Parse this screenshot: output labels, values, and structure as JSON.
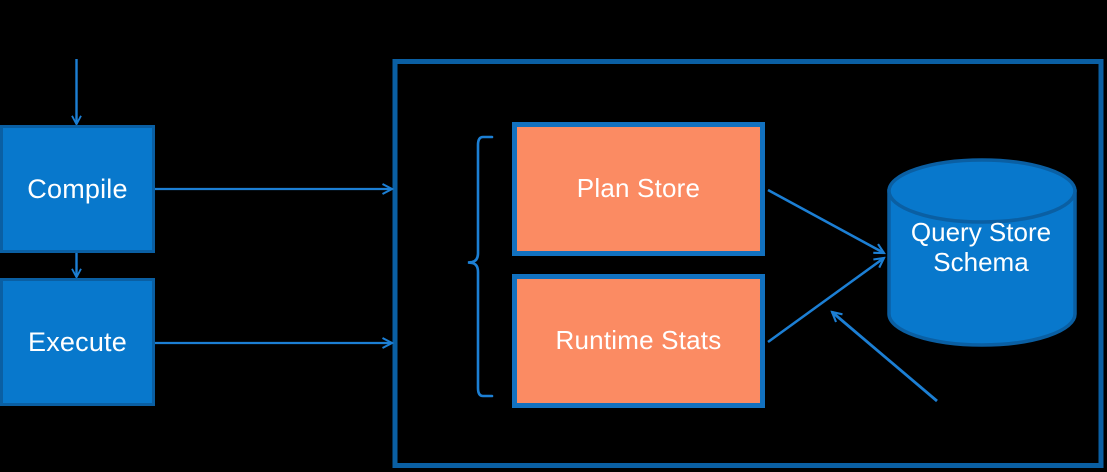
{
  "diagram": {
    "title": "Query Store architecture flow",
    "background_color": "#000000",
    "colors": {
      "blue_fill": "#0878CC",
      "blue_stroke": "#0A5FA3",
      "orange_fill": "#FB8B63",
      "connector_blue": "#1C7FD4",
      "container_stroke": "#0A5FA3",
      "text": "#FFFFFF"
    },
    "nodes": {
      "compile": {
        "label": "Compile",
        "shape": "rectangle",
        "fill": "#0878CC"
      },
      "execute": {
        "label": "Execute",
        "shape": "rectangle",
        "fill": "#0878CC"
      },
      "plan_store": {
        "label": "Plan Store",
        "shape": "rectangle",
        "fill": "#FB8B63"
      },
      "runtime_stats": {
        "label": "Runtime Stats",
        "shape": "rectangle",
        "fill": "#FB8B63"
      },
      "query_store_schema": {
        "label": "Query Store\nSchema",
        "shape": "cylinder",
        "fill": "#0878CC"
      }
    },
    "container": {
      "label": "",
      "shape": "rectangle-outline"
    },
    "brace": {
      "label": "",
      "shape": "curly-brace"
    },
    "connectors": [
      {
        "name": "input-to-compile",
        "from": "input",
        "to": "compile",
        "style": "arrow-down"
      },
      {
        "name": "compile-to-execute",
        "from": "compile",
        "to": "execute",
        "style": "arrow-down"
      },
      {
        "name": "compile-to-container",
        "from": "compile",
        "to": "container",
        "style": "arrow-right"
      },
      {
        "name": "execute-to-container",
        "from": "execute",
        "to": "container",
        "style": "arrow-right"
      },
      {
        "name": "plan-store-to-schema",
        "from": "plan_store",
        "to": "query_store_schema",
        "style": "arrow-diagonal"
      },
      {
        "name": "runtime-stats-to-schema",
        "from": "runtime_stats",
        "to": "query_store_schema",
        "style": "arrow-diagonal"
      },
      {
        "name": "external-to-schema",
        "from": "external",
        "to": "query_store_schema",
        "style": "arrow-diagonal-up-left"
      }
    ]
  }
}
